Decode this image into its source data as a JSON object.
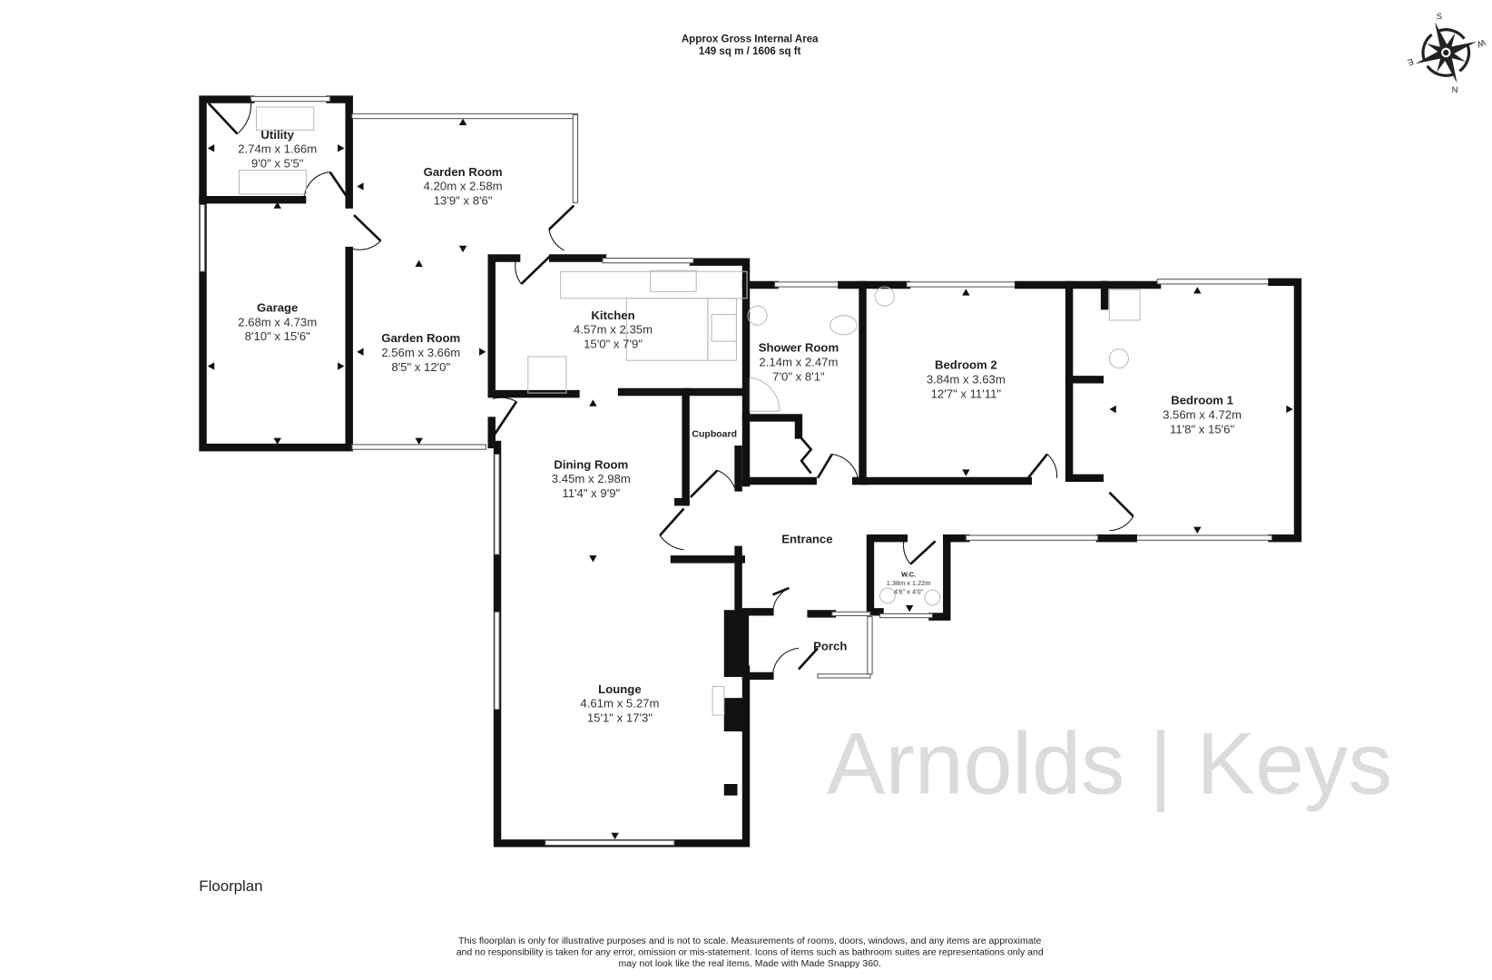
{
  "header": {
    "line1": "Approx Gross Internal Area",
    "line2": "149 sq m / 1606 sq ft"
  },
  "compass": {
    "n": "N",
    "s": "S",
    "e": "E",
    "w": "W",
    "icon": "compass-rose-icon"
  },
  "watermark": "Arnolds | Keys",
  "rooms": [
    {
      "name": "Utility",
      "metric": "2.74m x 1.66m",
      "imperial": "9'0\" x 5'5\""
    },
    {
      "name": "Garden Room",
      "metric": "4.20m x 2.58m",
      "imperial": "13'9\" x 8'6\""
    },
    {
      "name": "Garage",
      "metric": "2.68m x 4.73m",
      "imperial": "8'10\" x 15'6\""
    },
    {
      "name": "Garden Room",
      "metric": "2.56m x 3.66m",
      "imperial": "8'5\" x 12'0\""
    },
    {
      "name": "Kitchen",
      "metric": "4.57m x 2.35m",
      "imperial": "15'0\" x 7'9\""
    },
    {
      "name": "Shower Room",
      "metric": "2.14m x 2.47m",
      "imperial": "7'0\" x 8'1\""
    },
    {
      "name": "Bedroom 2",
      "metric": "3.84m x 3.63m",
      "imperial": "12'7\" x 11'11\""
    },
    {
      "name": "Bedroom 1",
      "metric": "3.56m x 4.72m",
      "imperial": "11'8\" x 15'6\""
    },
    {
      "name": "Dining Room",
      "metric": "3.45m x 2.98m",
      "imperial": "11'4\" x 9'9\""
    },
    {
      "name": "Entrance"
    },
    {
      "name": "W.C.",
      "metric": "1.38m x 1.22m",
      "imperial": "4'6\" x 4'0\""
    },
    {
      "name": "Porch"
    },
    {
      "name": "Lounge",
      "metric": "4.61m x 5.27m",
      "imperial": "15'1\" x 17'3\""
    },
    {
      "name": "Cupboard"
    }
  ],
  "floor_label": "Floorplan",
  "disclaimer": {
    "line1": "This floorplan is only for illustrative purposes and is not to scale. Measurements of rooms, doors, windows, and any items are approximate",
    "line2": "and no responsibility is taken for any error, omission or mis-statement. Icons of items such as bathroom suites are representations only and",
    "line3": "may not look like the real items. Made with Made Snappy 360."
  }
}
